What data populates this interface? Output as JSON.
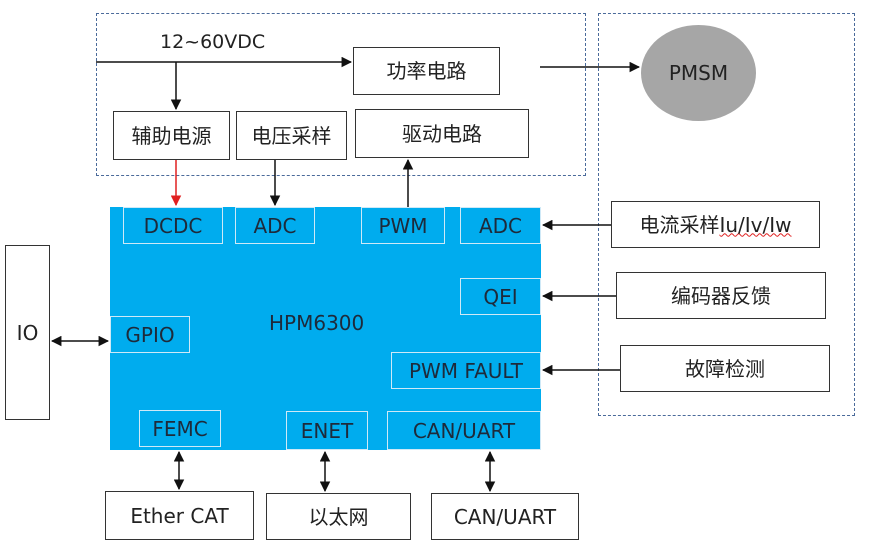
{
  "colors": {
    "chip_fill": "#00acee",
    "motor_fill": "#a6a6a6",
    "highlight_arrow": "#e02020",
    "line": "#111111",
    "dashed_border": "#4a6a9a"
  },
  "supply_label": "12~60VDC",
  "blocks": {
    "power_circuit": "功率电路",
    "aux_power": "辅助电源",
    "voltage_sampling": "电压采样",
    "drive_circuit": "驱动电路",
    "current_sampling_prefix": "电流采样",
    "current_sampling_signals": "Iu/Iv/Iw",
    "encoder_feedback": "编码器反馈",
    "fault_detection": "故障检测",
    "io": "IO",
    "ethercat": "Ether CAT",
    "ethernet": "以太网",
    "can_uart": "CAN/UART"
  },
  "motor_label": "PMSM",
  "chip": {
    "name": "HPM6300",
    "ports": {
      "dcdc": "DCDC",
      "adc_left": "ADC",
      "pwm": "PWM",
      "adc_right": "ADC",
      "qei": "QEI",
      "gpio": "GPIO",
      "pwm_fault": "PWM FAULT",
      "femc": "FEMC",
      "enet": "ENET",
      "can_uart": "CAN/UART"
    }
  }
}
